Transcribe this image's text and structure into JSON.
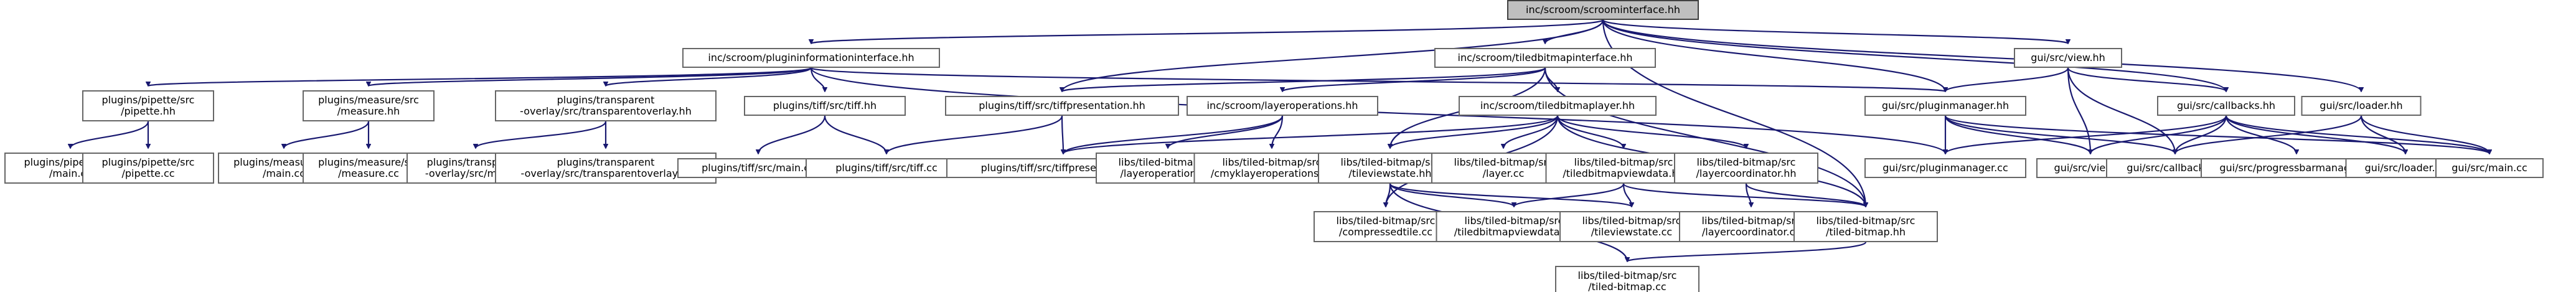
{
  "graph": {
    "nodes": [
      {
        "id": "root",
        "lines": [
          "inc/scroom/scroominterface.hh"
        ],
        "root": true
      },
      {
        "id": "pii",
        "lines": [
          "inc/scroom/plugininformationinterface.hh"
        ]
      },
      {
        "id": "tbi",
        "lines": [
          "inc/scroom/tiledbitmapinterface.hh"
        ]
      },
      {
        "id": "viewhh",
        "lines": [
          "gui/src/view.hh"
        ]
      },
      {
        "id": "loaderhh",
        "lines": [
          "gui/src/loader.hh"
        ]
      },
      {
        "id": "pipettehh",
        "lines": [
          "plugins/pipette/src",
          "/pipette.hh"
        ]
      },
      {
        "id": "measurehh",
        "lines": [
          "plugins/measure/src",
          "/measure.hh"
        ]
      },
      {
        "id": "tohh",
        "lines": [
          "plugins/transparent",
          "-overlay/src/transparentoverlay.hh"
        ]
      },
      {
        "id": "tiffhh",
        "lines": [
          "plugins/tiff/src/tiff.hh"
        ]
      },
      {
        "id": "tiffpreshh",
        "lines": [
          "plugins/tiff/src/tiffpresentation.hh"
        ]
      },
      {
        "id": "layeropshh",
        "lines": [
          "inc/scroom/layeroperations.hh"
        ]
      },
      {
        "id": "tblhh",
        "lines": [
          "inc/scroom/tiledbitmaplayer.hh"
        ]
      },
      {
        "id": "pmhh",
        "lines": [
          "gui/src/pluginmanager.hh"
        ]
      },
      {
        "id": "cbhh",
        "lines": [
          "gui/src/callbacks.hh"
        ]
      },
      {
        "id": "pipettemain",
        "lines": [
          "plugins/pipette/src",
          "/main.cc"
        ]
      },
      {
        "id": "pipettecc",
        "lines": [
          "plugins/pipette/src",
          "/pipette.cc"
        ]
      },
      {
        "id": "measuremain",
        "lines": [
          "plugins/measure/src",
          "/main.cc"
        ]
      },
      {
        "id": "measurecc",
        "lines": [
          "plugins/measure/src",
          "/measure.cc"
        ]
      },
      {
        "id": "tomain",
        "lines": [
          "plugins/transparent",
          "-overlay/src/main.cc"
        ]
      },
      {
        "id": "tocc",
        "lines": [
          "plugins/transparent",
          "-overlay/src/transparentoverlay.cc"
        ]
      },
      {
        "id": "tiffmain",
        "lines": [
          "plugins/tiff/src/main.cc"
        ]
      },
      {
        "id": "tiffcc",
        "lines": [
          "plugins/tiff/src/tiff.cc"
        ]
      },
      {
        "id": "tiffprescc",
        "lines": [
          "plugins/tiff/src/tiffpresentation.cc"
        ]
      },
      {
        "id": "layeropscc",
        "lines": [
          "libs/tiled-bitmap/src",
          "/layeroperations.cc"
        ]
      },
      {
        "id": "cmyk",
        "lines": [
          "libs/tiled-bitmap/src",
          "/cmyklayeroperations.cc"
        ]
      },
      {
        "id": "tvshh",
        "lines": [
          "libs/tiled-bitmap/src",
          "/tileviewstate.hh"
        ]
      },
      {
        "id": "layercc",
        "lines": [
          "libs/tiled-bitmap/src",
          "/layer.cc"
        ]
      },
      {
        "id": "tbvdhh",
        "lines": [
          "libs/tiled-bitmap/src",
          "/tiledbitmapviewdata.hh"
        ]
      },
      {
        "id": "lchh",
        "lines": [
          "libs/tiled-bitmap/src",
          "/layercoordinator.hh"
        ]
      },
      {
        "id": "pmcc",
        "lines": [
          "gui/src/pluginmanager.cc"
        ]
      },
      {
        "id": "viewcc",
        "lines": [
          "gui/src/view.cc"
        ]
      },
      {
        "id": "cbcc",
        "lines": [
          "gui/src/callbacks.cc"
        ]
      },
      {
        "id": "pbm",
        "lines": [
          "gui/src/progressbarmanager.cc"
        ]
      },
      {
        "id": "loadercc",
        "lines": [
          "gui/src/loader.cc"
        ]
      },
      {
        "id": "guimain",
        "lines": [
          "gui/src/main.cc"
        ]
      },
      {
        "id": "ctcc",
        "lines": [
          "libs/tiled-bitmap/src",
          "/compressedtile.cc"
        ]
      },
      {
        "id": "tbvdcc",
        "lines": [
          "libs/tiled-bitmap/src",
          "/tiledbitmapviewdata.cc"
        ]
      },
      {
        "id": "tvscc",
        "lines": [
          "libs/tiled-bitmap/src",
          "/tileviewstate.cc"
        ]
      },
      {
        "id": "lccc",
        "lines": [
          "libs/tiled-bitmap/src",
          "/layercoordinator.cc"
        ]
      },
      {
        "id": "tbhh",
        "lines": [
          "libs/tiled-bitmap/src",
          "/tiled-bitmap.hh"
        ]
      },
      {
        "id": "tbcc",
        "lines": [
          "libs/tiled-bitmap/src",
          "/tiled-bitmap.cc"
        ]
      }
    ],
    "edges": [
      [
        "root",
        "pii"
      ],
      [
        "root",
        "tbi"
      ],
      [
        "root",
        "viewhh"
      ],
      [
        "root",
        "loaderhh"
      ],
      [
        "root",
        "pmhh"
      ],
      [
        "root",
        "cbhh"
      ],
      [
        "root",
        "tiffpreshh"
      ],
      [
        "root",
        "tbhh"
      ],
      [
        "pii",
        "pipettehh"
      ],
      [
        "pii",
        "measurehh"
      ],
      [
        "pii",
        "tohh"
      ],
      [
        "pii",
        "tiffhh"
      ],
      [
        "pii",
        "pmhh"
      ],
      [
        "pii",
        "pmcc"
      ],
      [
        "tbi",
        "tiffpreshh"
      ],
      [
        "tbi",
        "layeropshh"
      ],
      [
        "tbi",
        "tblhh"
      ],
      [
        "tbi",
        "tvshh"
      ],
      [
        "tbi",
        "tbhh"
      ],
      [
        "pipettehh",
        "pipettemain"
      ],
      [
        "pipettehh",
        "pipettecc"
      ],
      [
        "measurehh",
        "measuremain"
      ],
      [
        "measurehh",
        "measurecc"
      ],
      [
        "tohh",
        "tomain"
      ],
      [
        "tohh",
        "tocc"
      ],
      [
        "tiffhh",
        "tiffmain"
      ],
      [
        "tiffhh",
        "tiffcc"
      ],
      [
        "tiffpreshh",
        "tiffcc"
      ],
      [
        "tiffpreshh",
        "tiffprescc"
      ],
      [
        "layeropshh",
        "tiffprescc"
      ],
      [
        "layeropshh",
        "layeropscc"
      ],
      [
        "layeropshh",
        "cmyk"
      ],
      [
        "tblhh",
        "tiffprescc"
      ],
      [
        "tblhh",
        "tvshh"
      ],
      [
        "tblhh",
        "layercc"
      ],
      [
        "tblhh",
        "tbvdhh"
      ],
      [
        "tblhh",
        "lchh"
      ],
      [
        "tblhh",
        "ctcc"
      ],
      [
        "tblhh",
        "tbhh"
      ],
      [
        "viewhh",
        "pmhh"
      ],
      [
        "viewhh",
        "viewcc"
      ],
      [
        "viewhh",
        "cbcc"
      ],
      [
        "viewhh",
        "cbhh"
      ],
      [
        "loaderhh",
        "cbcc"
      ],
      [
        "loaderhh",
        "loadercc"
      ],
      [
        "loaderhh",
        "guimain"
      ],
      [
        "pmhh",
        "pmcc"
      ],
      [
        "pmhh",
        "viewcc"
      ],
      [
        "pmhh",
        "cbcc"
      ],
      [
        "pmhh",
        "guimain"
      ],
      [
        "cbhh",
        "pmcc"
      ],
      [
        "cbhh",
        "viewcc"
      ],
      [
        "cbhh",
        "cbcc"
      ],
      [
        "cbhh",
        "pbm"
      ],
      [
        "cbhh",
        "loadercc"
      ],
      [
        "cbhh",
        "guimain"
      ],
      [
        "tvshh",
        "ctcc"
      ],
      [
        "tvshh",
        "tbvdcc"
      ],
      [
        "tvshh",
        "tvscc"
      ],
      [
        "tvshh",
        "tbcc"
      ],
      [
        "tbvdhh",
        "tbvdcc"
      ],
      [
        "tbvdhh",
        "tvscc"
      ],
      [
        "tbvdhh",
        "tbhh"
      ],
      [
        "lchh",
        "lccc"
      ],
      [
        "lchh",
        "tbhh"
      ],
      [
        "tbhh",
        "tbcc"
      ]
    ]
  }
}
